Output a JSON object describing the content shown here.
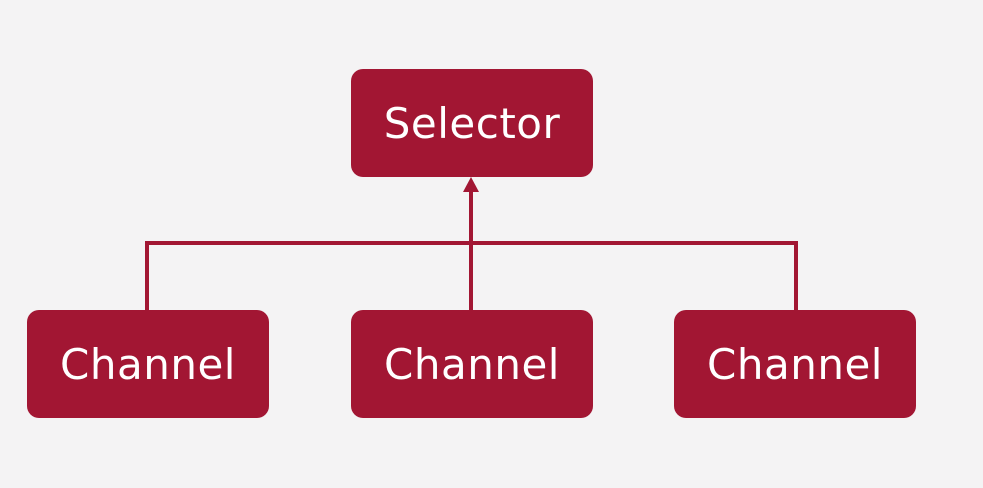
{
  "diagram": {
    "accent_color": "#a21633",
    "background_color": "#f4f3f4",
    "root": {
      "label": "Selector"
    },
    "children": [
      {
        "label": "Channel"
      },
      {
        "label": "Channel"
      },
      {
        "label": "Channel"
      }
    ],
    "edges": [
      {
        "from": "children.0",
        "to": "root"
      },
      {
        "from": "children.1",
        "to": "root"
      },
      {
        "from": "children.2",
        "to": "root"
      }
    ]
  }
}
